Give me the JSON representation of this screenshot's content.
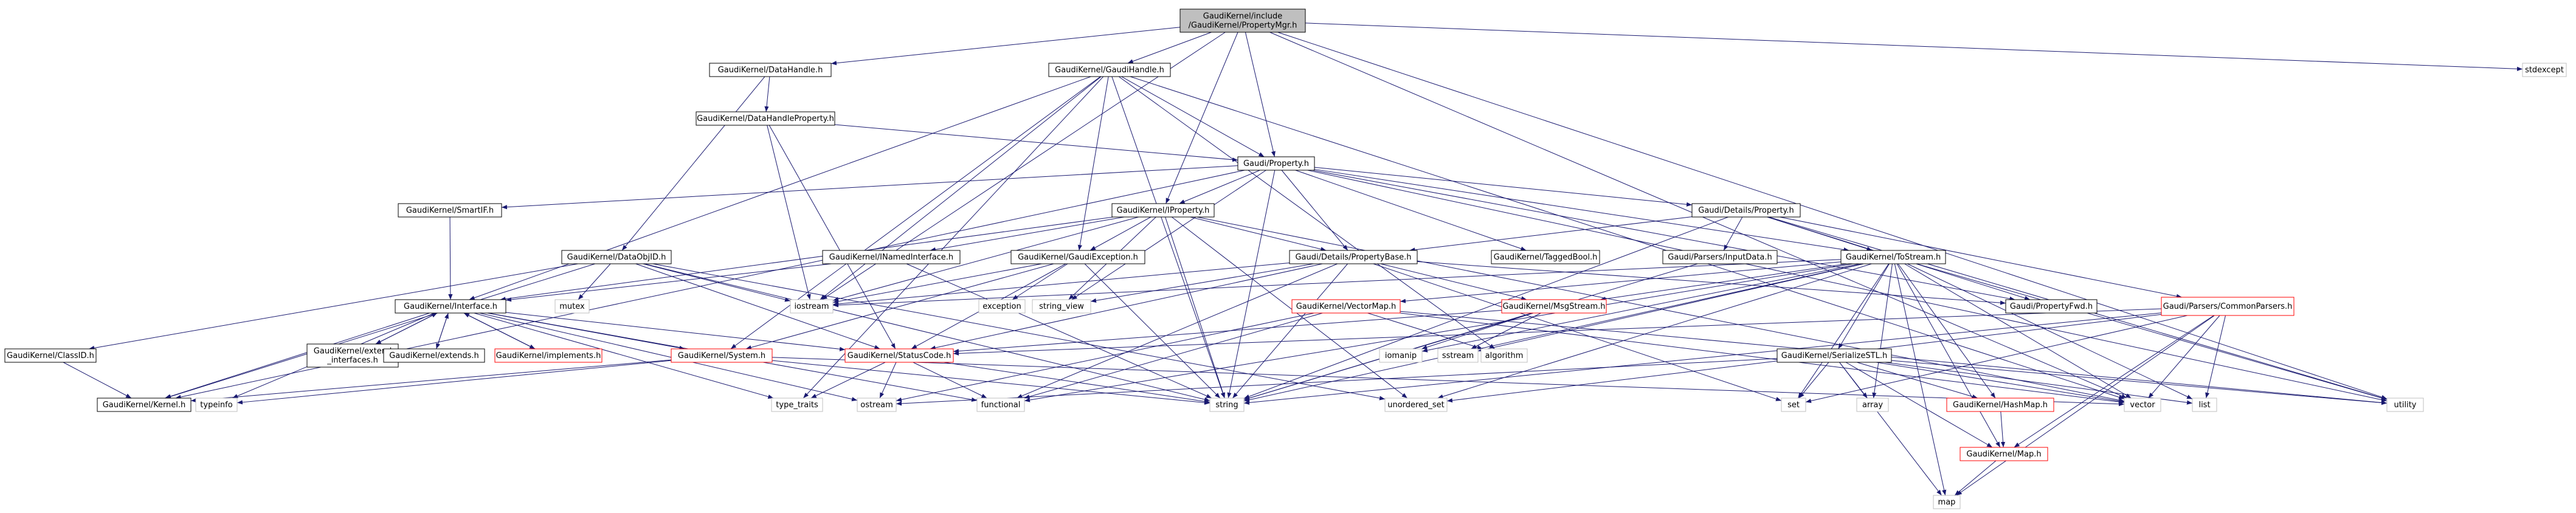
{
  "colors": {
    "edge": "#191970",
    "node_border": "#000000",
    "node_fill": "#ffffff",
    "root_fill": "#bfbfbf",
    "link_border": "#ff0000",
    "system_border": "#bfbfbf",
    "text": "#000000"
  },
  "nodes": [
    {
      "id": "root",
      "label": "GaudiKernel/include\n/GaudiKernel/PropertyMgr.h",
      "kind": "root"
    },
    {
      "id": "datahandle",
      "label": "GaudiKernel/DataHandle.h",
      "kind": "file"
    },
    {
      "id": "gaudihandle",
      "label": "GaudiKernel/GaudiHandle.h",
      "kind": "file"
    },
    {
      "id": "stdexcept",
      "label": "stdexcept",
      "kind": "system"
    },
    {
      "id": "datahandleprop",
      "label": "GaudiKernel/DataHandleProperty.h",
      "kind": "file"
    },
    {
      "id": "property",
      "label": "Gaudi/Property.h",
      "kind": "file"
    },
    {
      "id": "smartif",
      "label": "GaudiKernel/SmartIF.h",
      "kind": "file"
    },
    {
      "id": "iproperty",
      "label": "GaudiKernel/IProperty.h",
      "kind": "file"
    },
    {
      "id": "detailsproperty",
      "label": "Gaudi/Details/Property.h",
      "kind": "file"
    },
    {
      "id": "dataobjid",
      "label": "GaudiKernel/DataObjID.h",
      "kind": "file"
    },
    {
      "id": "inamedinterface",
      "label": "GaudiKernel/INamedInterface.h",
      "kind": "file"
    },
    {
      "id": "gaudiexception",
      "label": "GaudiKernel/GaudiException.h",
      "kind": "file"
    },
    {
      "id": "propertybase",
      "label": "Gaudi/Details/PropertyBase.h",
      "kind": "file"
    },
    {
      "id": "taggedbool",
      "label": "GaudiKernel/TaggedBool.h",
      "kind": "file"
    },
    {
      "id": "inputdata",
      "label": "Gaudi/Parsers/InputData.h",
      "kind": "file"
    },
    {
      "id": "tostream",
      "label": "GaudiKernel/ToStream.h",
      "kind": "file"
    },
    {
      "id": "mutex",
      "label": "mutex",
      "kind": "system"
    },
    {
      "id": "interface",
      "label": "GaudiKernel/Interface.h",
      "kind": "file"
    },
    {
      "id": "iostream",
      "label": "iostream",
      "kind": "system"
    },
    {
      "id": "exception",
      "label": "exception",
      "kind": "system"
    },
    {
      "id": "string_view",
      "label": "string_view",
      "kind": "system"
    },
    {
      "id": "vectormap",
      "label": "GaudiKernel/VectorMap.h",
      "kind": "link"
    },
    {
      "id": "msgstream",
      "label": "GaudiKernel/MsgStream.h",
      "kind": "link"
    },
    {
      "id": "propertyfwd",
      "label": "Gaudi/PropertyFwd.h",
      "kind": "file"
    },
    {
      "id": "commonparsers",
      "label": "Gaudi/Parsers/CommonParsers.h",
      "kind": "link"
    },
    {
      "id": "classid",
      "label": "GaudiKernel/ClassID.h",
      "kind": "file"
    },
    {
      "id": "extend_interfaces",
      "label": "GaudiKernel/extend\n_interfaces.h",
      "kind": "file"
    },
    {
      "id": "extends",
      "label": "GaudiKernel/extends.h",
      "kind": "file"
    },
    {
      "id": "implements",
      "label": "GaudiKernel/implements.h",
      "kind": "link"
    },
    {
      "id": "system",
      "label": "GaudiKernel/System.h",
      "kind": "link"
    },
    {
      "id": "statuscode",
      "label": "GaudiKernel/StatusCode.h",
      "kind": "link"
    },
    {
      "id": "iomanip",
      "label": "iomanip",
      "kind": "system"
    },
    {
      "id": "sstream",
      "label": "sstream",
      "kind": "system"
    },
    {
      "id": "algorithm",
      "label": "algorithm",
      "kind": "system"
    },
    {
      "id": "serializestl",
      "label": "GaudiKernel/SerializeSTL.h",
      "kind": "file"
    },
    {
      "id": "kernel",
      "label": "GaudiKernel/Kernel.h",
      "kind": "file"
    },
    {
      "id": "typeinfo",
      "label": "typeinfo",
      "kind": "system"
    },
    {
      "id": "type_traits",
      "label": "type_traits",
      "kind": "system"
    },
    {
      "id": "ostream",
      "label": "ostream",
      "kind": "system"
    },
    {
      "id": "functional",
      "label": "functional",
      "kind": "system"
    },
    {
      "id": "string",
      "label": "string",
      "kind": "system"
    },
    {
      "id": "unordered_set",
      "label": "unordered_set",
      "kind": "system"
    },
    {
      "id": "set",
      "label": "set",
      "kind": "system"
    },
    {
      "id": "array",
      "label": "array",
      "kind": "system"
    },
    {
      "id": "hashmap",
      "label": "GaudiKernel/HashMap.h",
      "kind": "link"
    },
    {
      "id": "vector",
      "label": "vector",
      "kind": "system"
    },
    {
      "id": "list",
      "label": "list",
      "kind": "system"
    },
    {
      "id": "utility",
      "label": "utility",
      "kind": "system"
    },
    {
      "id": "map_h",
      "label": "GaudiKernel/Map.h",
      "kind": "link"
    },
    {
      "id": "map",
      "label": "map",
      "kind": "system"
    }
  ],
  "edges": [
    [
      "root",
      "datahandle"
    ],
    [
      "root",
      "gaudihandle"
    ],
    [
      "root",
      "stdexcept"
    ],
    [
      "root",
      "property"
    ],
    [
      "root",
      "iproperty"
    ],
    [
      "root",
      "iostream"
    ],
    [
      "root",
      "vector"
    ],
    [
      "root",
      "utility"
    ],
    [
      "datahandle",
      "datahandleprop"
    ],
    [
      "datahandle",
      "dataobjid"
    ],
    [
      "datahandleprop",
      "property"
    ],
    [
      "datahandleprop",
      "iostream"
    ],
    [
      "datahandleprop",
      "statuscode"
    ],
    [
      "gaudihandle",
      "property"
    ],
    [
      "gaudihandle",
      "interface"
    ],
    [
      "gaudihandle",
      "gaudiexception"
    ],
    [
      "gaudihandle",
      "system"
    ],
    [
      "gaudihandle",
      "iostream"
    ],
    [
      "gaudihandle",
      "string"
    ],
    [
      "gaudihandle",
      "type_traits"
    ],
    [
      "gaudihandle",
      "vector"
    ],
    [
      "gaudihandle",
      "algorithm"
    ],
    [
      "property",
      "smartif"
    ],
    [
      "property",
      "iproperty"
    ],
    [
      "property",
      "detailsproperty"
    ],
    [
      "property",
      "propertybase"
    ],
    [
      "property",
      "taggedbool"
    ],
    [
      "property",
      "tostream"
    ],
    [
      "property",
      "propertyfwd"
    ],
    [
      "property",
      "kernel"
    ],
    [
      "property",
      "string"
    ],
    [
      "property",
      "utility"
    ],
    [
      "property",
      "string_view"
    ],
    [
      "smartif",
      "interface"
    ],
    [
      "iproperty",
      "interface"
    ],
    [
      "iproperty",
      "inamedinterface"
    ],
    [
      "iproperty",
      "gaudiexception"
    ],
    [
      "iproperty",
      "propertybase"
    ],
    [
      "iproperty",
      "string"
    ],
    [
      "iproperty",
      "iostream"
    ],
    [
      "iproperty",
      "vector"
    ],
    [
      "iproperty",
      "string_view"
    ],
    [
      "iproperty",
      "unordered_set"
    ],
    [
      "detailsproperty",
      "propertybase"
    ],
    [
      "detailsproperty",
      "inputdata"
    ],
    [
      "detailsproperty",
      "tostream"
    ],
    [
      "detailsproperty",
      "commonparsers"
    ],
    [
      "detailsproperty",
      "propertyfwd"
    ],
    [
      "detailsproperty",
      "string"
    ],
    [
      "detailsproperty",
      "utility"
    ],
    [
      "dataobjid",
      "classid"
    ],
    [
      "dataobjid",
      "statuscode"
    ],
    [
      "dataobjid",
      "mutex"
    ],
    [
      "dataobjid",
      "iostream"
    ],
    [
      "dataobjid",
      "string"
    ],
    [
      "dataobjid",
      "unordered_set"
    ],
    [
      "dataobjid",
      "kernel"
    ],
    [
      "inamedinterface",
      "interface"
    ],
    [
      "inamedinterface",
      "string"
    ],
    [
      "gaudiexception",
      "statuscode"
    ],
    [
      "gaudiexception",
      "exception"
    ],
    [
      "gaudiexception",
      "iostream"
    ],
    [
      "gaudiexception",
      "string"
    ],
    [
      "gaudiexception",
      "system"
    ],
    [
      "propertybase",
      "statuscode"
    ],
    [
      "propertybase",
      "iostream"
    ],
    [
      "propertybase",
      "string"
    ],
    [
      "propertybase",
      "string_view"
    ],
    [
      "propertybase",
      "functional"
    ],
    [
      "propertybase",
      "propertyfwd"
    ],
    [
      "propertybase",
      "set"
    ],
    [
      "propertybase",
      "msgstream"
    ],
    [
      "inputdata",
      "string"
    ],
    [
      "tostream",
      "vectormap"
    ],
    [
      "tostream",
      "msgstream"
    ],
    [
      "tostream",
      "serializestl"
    ],
    [
      "tostream",
      "hashmap"
    ],
    [
      "tostream",
      "map_h"
    ],
    [
      "tostream",
      "string"
    ],
    [
      "tostream",
      "vector"
    ],
    [
      "tostream",
      "list"
    ],
    [
      "tostream",
      "set"
    ],
    [
      "tostream",
      "map"
    ],
    [
      "tostream",
      "array"
    ],
    [
      "tostream",
      "utility"
    ],
    [
      "tostream",
      "sstream"
    ],
    [
      "tostream",
      "iomanip"
    ],
    [
      "tostream",
      "iostream"
    ],
    [
      "tostream",
      "functional"
    ],
    [
      "tostream",
      "unordered_set"
    ],
    [
      "interface",
      "kernel"
    ],
    [
      "interface",
      "system"
    ],
    [
      "interface",
      "statuscode"
    ],
    [
      "interface",
      "extend_interfaces"
    ],
    [
      "interface",
      "extends"
    ],
    [
      "interface",
      "implements"
    ],
    [
      "interface",
      "typeinfo"
    ],
    [
      "interface",
      "type_traits"
    ],
    [
      "interface",
      "ostream"
    ],
    [
      "interface",
      "functional"
    ],
    [
      "extend_interfaces",
      "interface"
    ],
    [
      "extends",
      "interface"
    ],
    [
      "implements",
      "interface"
    ],
    [
      "classid",
      "kernel"
    ],
    [
      "system",
      "kernel"
    ],
    [
      "system",
      "string"
    ],
    [
      "system",
      "vector"
    ],
    [
      "system",
      "typeinfo"
    ],
    [
      "statuscode",
      "ostream"
    ],
    [
      "statuscode",
      "functional"
    ],
    [
      "statuscode",
      "type_traits"
    ],
    [
      "statuscode",
      "string"
    ],
    [
      "vectormap",
      "algorithm"
    ],
    [
      "vectormap",
      "functional"
    ],
    [
      "vectormap",
      "ostream"
    ],
    [
      "vectormap",
      "utility"
    ],
    [
      "vectormap",
      "vector"
    ],
    [
      "msgstream",
      "iomanip"
    ],
    [
      "msgstream",
      "sstream"
    ],
    [
      "msgstream",
      "string"
    ],
    [
      "msgstream",
      "statuscode"
    ],
    [
      "commonparsers",
      "string"
    ],
    [
      "commonparsers",
      "vector"
    ],
    [
      "commonparsers",
      "list"
    ],
    [
      "commonparsers",
      "set"
    ],
    [
      "commonparsers",
      "map"
    ],
    [
      "commonparsers",
      "map_h"
    ],
    [
      "commonparsers",
      "statuscode"
    ],
    [
      "commonparsers",
      "unordered_set"
    ],
    [
      "serializestl",
      "hashmap"
    ],
    [
      "serializestl",
      "map_h"
    ],
    [
      "serializestl",
      "vector"
    ],
    [
      "serializestl",
      "list"
    ],
    [
      "serializestl",
      "array"
    ],
    [
      "serializestl",
      "set"
    ],
    [
      "serializestl",
      "map"
    ],
    [
      "serializestl",
      "ostream"
    ],
    [
      "serializestl",
      "utility"
    ],
    [
      "hashmap",
      "map_h"
    ],
    [
      "map_h",
      "map"
    ]
  ]
}
